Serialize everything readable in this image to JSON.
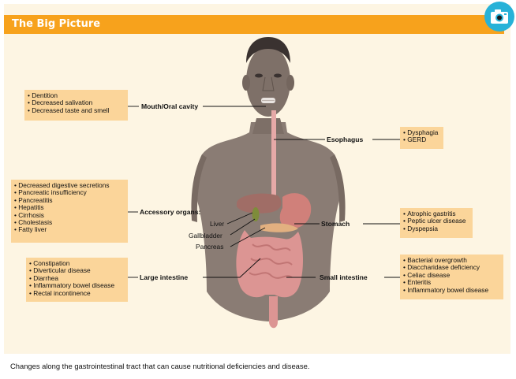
{
  "header": {
    "title": "The Big Picture"
  },
  "icons": {
    "badge": "camera-icon"
  },
  "mouth": {
    "label": "Mouth/Oral cavity",
    "items": [
      "Dentition",
      "Decreased salivation",
      "Decreased taste and smell"
    ]
  },
  "esophagus": {
    "label": "Esophagus",
    "items": [
      "Dysphagia",
      "GERD"
    ]
  },
  "accessory": {
    "label": "Accessory organs:",
    "liver": "Liver",
    "gallbladder": "Gallbladder",
    "pancreas": "Pancreas",
    "items": [
      "Decreased digestive secretions",
      "Pancreatic insufficiency",
      "Pancreatitis",
      "Hepatitis",
      "Cirrhosis",
      "Cholestasis",
      "Fatty liver"
    ]
  },
  "stomach": {
    "label": "Stomach",
    "items": [
      "Atrophic gastritis",
      "Peptic ulcer disease",
      "Dyspepsia"
    ]
  },
  "large_intestine": {
    "label": "Large intestine",
    "items": [
      "Constipation",
      "Diverticular disease",
      "Diarrhea",
      "Inflammatory bowel disease",
      "Rectal incontinence"
    ]
  },
  "small_intestine": {
    "label": "Small intestine",
    "items": [
      "Bacterial overgrowth",
      "Diaccharidase deficiency",
      "Celiac disease",
      "Enteritis",
      "Inflammatory bowel disease"
    ]
  },
  "caption": "Changes along the gastrointestinal tract that can cause nutritional deficiencies and disease.",
  "colors": {
    "header": "#f7a21c",
    "box": "#fbd59a",
    "background": "#fdf5e3",
    "skin": "#8a7c74",
    "badge": "#27b2d8"
  }
}
